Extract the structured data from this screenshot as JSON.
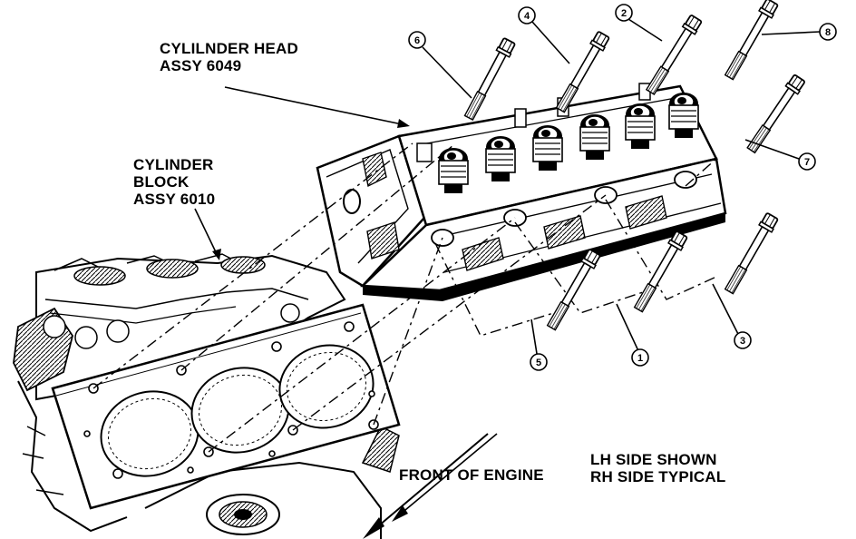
{
  "labels": {
    "cylinder_head_1": "CYLILNDER HEAD",
    "cylinder_head_2": "ASSY 6049",
    "cylinder_block_1": "CYLINDER",
    "cylinder_block_2": "BLOCK",
    "cylinder_block_3": "ASSY 6010",
    "front_of_engine": "FRONT OF ENGINE",
    "side_note_1": "LH SIDE SHOWN",
    "side_note_2": "RH SIDE TYPICAL"
  },
  "bolt_numbers": [
    "1",
    "2",
    "3",
    "4",
    "5",
    "6",
    "7",
    "8"
  ],
  "colors": {
    "ink": "#000000",
    "paper": "#ffffff"
  }
}
